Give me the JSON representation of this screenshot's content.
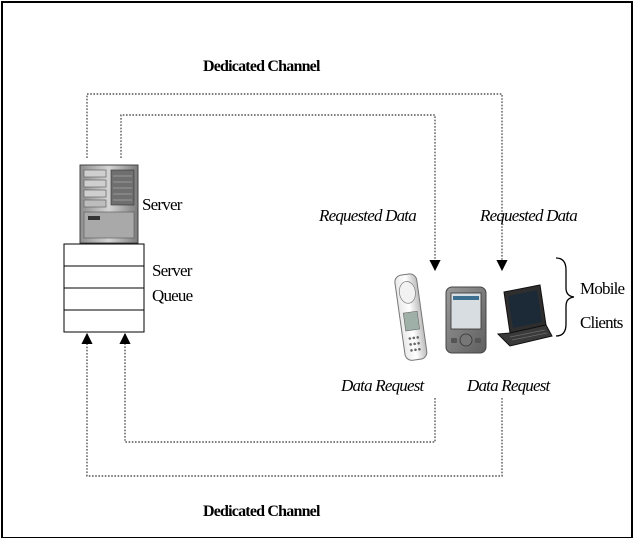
{
  "diagram": {
    "top_channel_label": "Dedicated Channel",
    "bottom_channel_label": "Dedicated Channel",
    "server_label": "Server",
    "queue_label_line1": "Server",
    "queue_label_line2": "Queue",
    "requested_data_left": "Requested Data",
    "requested_data_right": "Requested Data",
    "data_request_left": "Data Request",
    "data_request_right": "Data Request",
    "mobile_clients_line1": "Mobile",
    "mobile_clients_line2": "Clients",
    "queue_slots": 4,
    "clients": [
      "mobile-phone",
      "pda",
      "laptop"
    ]
  }
}
